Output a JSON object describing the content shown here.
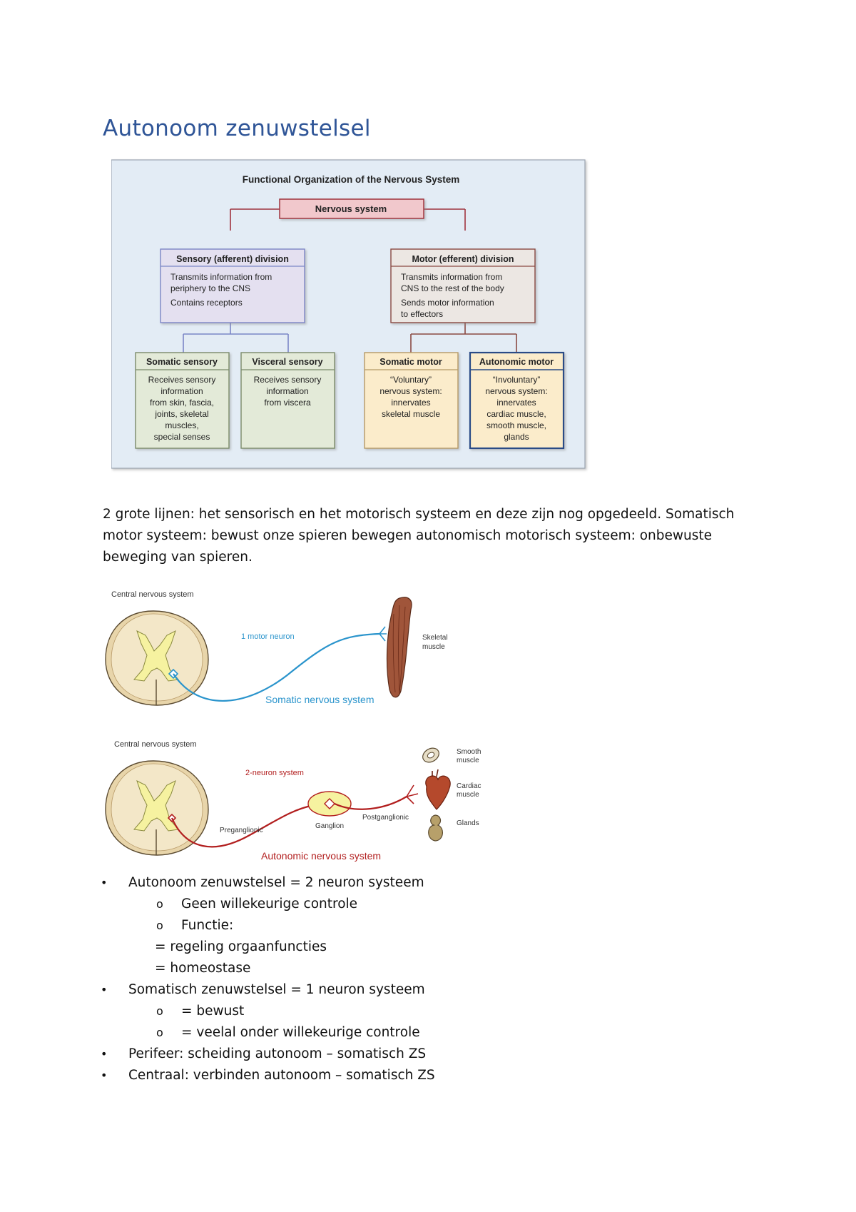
{
  "document": {
    "title": "Autonoom zenuwstelsel",
    "paragraph": "2 grote lijnen: het sensorisch en het motorisch systeem en deze zijn nog opgedeeld. Somatisch motor systeem: bewust onze spieren bewegen autonomisch motorisch systeem: onbewuste beweging van spieren."
  },
  "org_chart": {
    "heading": "Functional Organization of the Nervous System",
    "root": "Nervous system",
    "sensory_title": "Sensory (afferent) division",
    "sensory_lines": [
      "Transmits information from",
      "periphery to the CNS",
      "Contains receptors"
    ],
    "motor_title": "Motor (efferent) division",
    "motor_lines": [
      "Transmits information from",
      "CNS to the rest of the body",
      "Sends motor information",
      "to effectors"
    ],
    "somatic_sensory_title": "Somatic sensory",
    "somatic_sensory_lines": [
      "Receives sensory",
      "information",
      "from skin, fascia,",
      "joints, skeletal",
      "muscles,",
      "special senses"
    ],
    "visceral_sensory_title": "Visceral sensory",
    "visceral_sensory_lines": [
      "Receives sensory",
      "information",
      "from viscera"
    ],
    "somatic_motor_title": "Somatic motor",
    "somatic_motor_lines": [
      "“Voluntary”",
      "nervous system:",
      "innervates",
      "skeletal muscle"
    ],
    "autonomic_motor_title": "Autonomic motor",
    "autonomic_motor_lines": [
      "“Involuntary”",
      "nervous system:",
      "innervates",
      "cardiac muscle,",
      "smooth muscle,",
      "glands"
    ]
  },
  "somatic_figure": {
    "cns_label": "Central nervous system",
    "neuron_label": "1 motor neuron",
    "muscle_label_1": "Skeletal",
    "muscle_label_2": "muscle",
    "caption": "Somatic nervous system"
  },
  "autonomic_figure": {
    "cns_label": "Central nervous system",
    "neuron_label": "2-neuron system",
    "preganglionic": "Preganglionic",
    "ganglion": "Ganglion",
    "postganglionic": "Postganglionic",
    "smooth_1": "Smooth",
    "smooth_2": "muscle",
    "cardiac_1": "Cardiac",
    "cardiac_2": "muscle",
    "glands": "Glands",
    "caption": "Autonomic nervous system"
  },
  "list": {
    "bullet_glyph": "•",
    "sub_glyph": "o",
    "items": [
      "Autonoom zenuwstelsel = 2 neuron systeem",
      "Geen willekeurige controle",
      "Functie:",
      "= regeling orgaanfuncties",
      "= homeostase",
      "Somatisch zenuwstelsel = 1 neuron systeem",
      "= bewust",
      "= veelal onder willekeurige controle",
      "Perifeer: scheiding autonoom – somatisch ZS",
      "Centraal: verbinden autonoom – somatisch ZS"
    ]
  },
  "colors": {
    "title": "#2f5597",
    "chart_bg": "#e3ecf5",
    "root_fill": "#f1c8cc",
    "root_line": "#a0343f",
    "sensory_fill": "#e4e0f0",
    "sensory_line": "#7b86c6",
    "motor_fill": "#ece7e3",
    "motor_line": "#8a4a42",
    "somatic_sensory_fill": "#e3ead8",
    "motor_child_fill": "#fbeccb",
    "autonomic_border": "#2b4c86",
    "spinal_outer": "#e8d5aa",
    "grey_matter": "#f6f2a0",
    "somatic_nerve": "#2a94cc",
    "autonomic_nerve": "#b21f1f",
    "muscle": "#a0553a"
  }
}
